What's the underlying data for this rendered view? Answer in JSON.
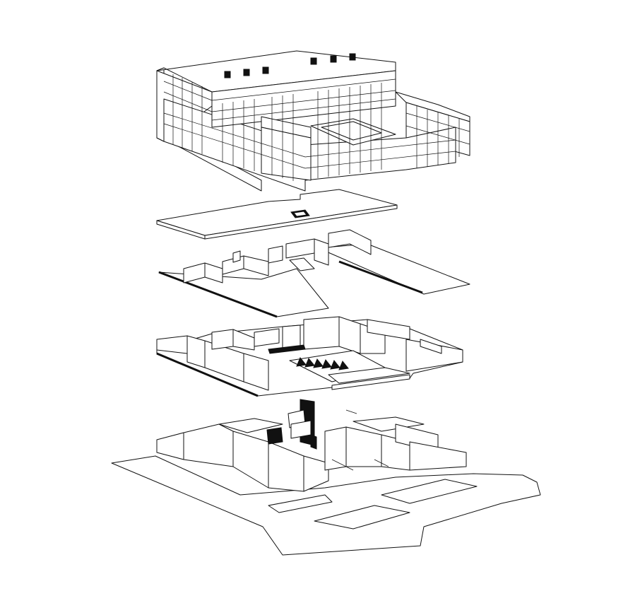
{
  "diagram": {
    "kind": "exploded axonometric building drawing",
    "layers": [
      {
        "id": "building-volume"
      },
      {
        "id": "roof-slab"
      },
      {
        "id": "upper-floor-walls"
      },
      {
        "id": "first-floor-plan"
      },
      {
        "id": "ground-floor-and-site"
      }
    ],
    "colors": {
      "line": "#111111",
      "background": "#ffffff",
      "fill": "#ffffff"
    }
  }
}
